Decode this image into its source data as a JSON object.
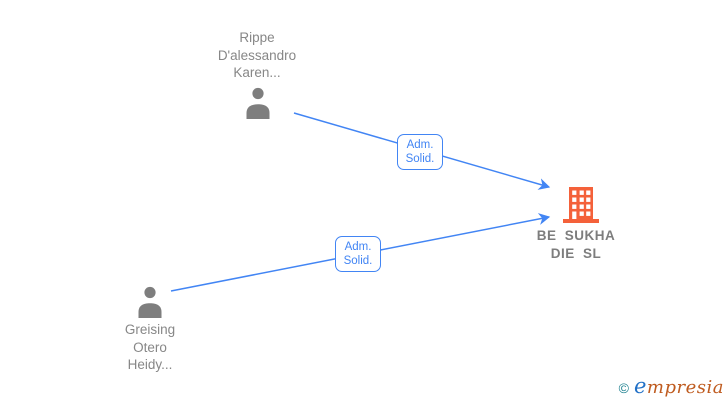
{
  "diagram": {
    "nodes": {
      "person1": {
        "type": "person",
        "line1": "Rippe",
        "line2": "D'alessandro",
        "line3": "Karen..."
      },
      "person2": {
        "type": "person",
        "line1": "Greising",
        "line2": "Otero",
        "line3": "Heidy..."
      },
      "company": {
        "type": "company",
        "line1": "BE SUKHA",
        "line2": "DIE SL"
      }
    },
    "edges": {
      "edge1": {
        "from": "person1",
        "to": "company",
        "label_line1": "Adm.",
        "label_line2": "Solid."
      },
      "edge2": {
        "from": "person2",
        "to": "company",
        "label_line1": "Adm.",
        "label_line2": "Solid."
      }
    },
    "colors": {
      "edge_blue": "#4285F4",
      "person_icon_gray": "#7E7E7E",
      "node_label_gray": "#878787",
      "company_orange": "#F4613A",
      "logo_copyright_teal": "#1A7F8E",
      "logo_brand_rust": "#BF5B1F",
      "logo_brand_blue": "#2271C7"
    }
  },
  "watermark": {
    "copyright": "©",
    "brand_initial": "e",
    "brand_rest": "mpresia"
  }
}
